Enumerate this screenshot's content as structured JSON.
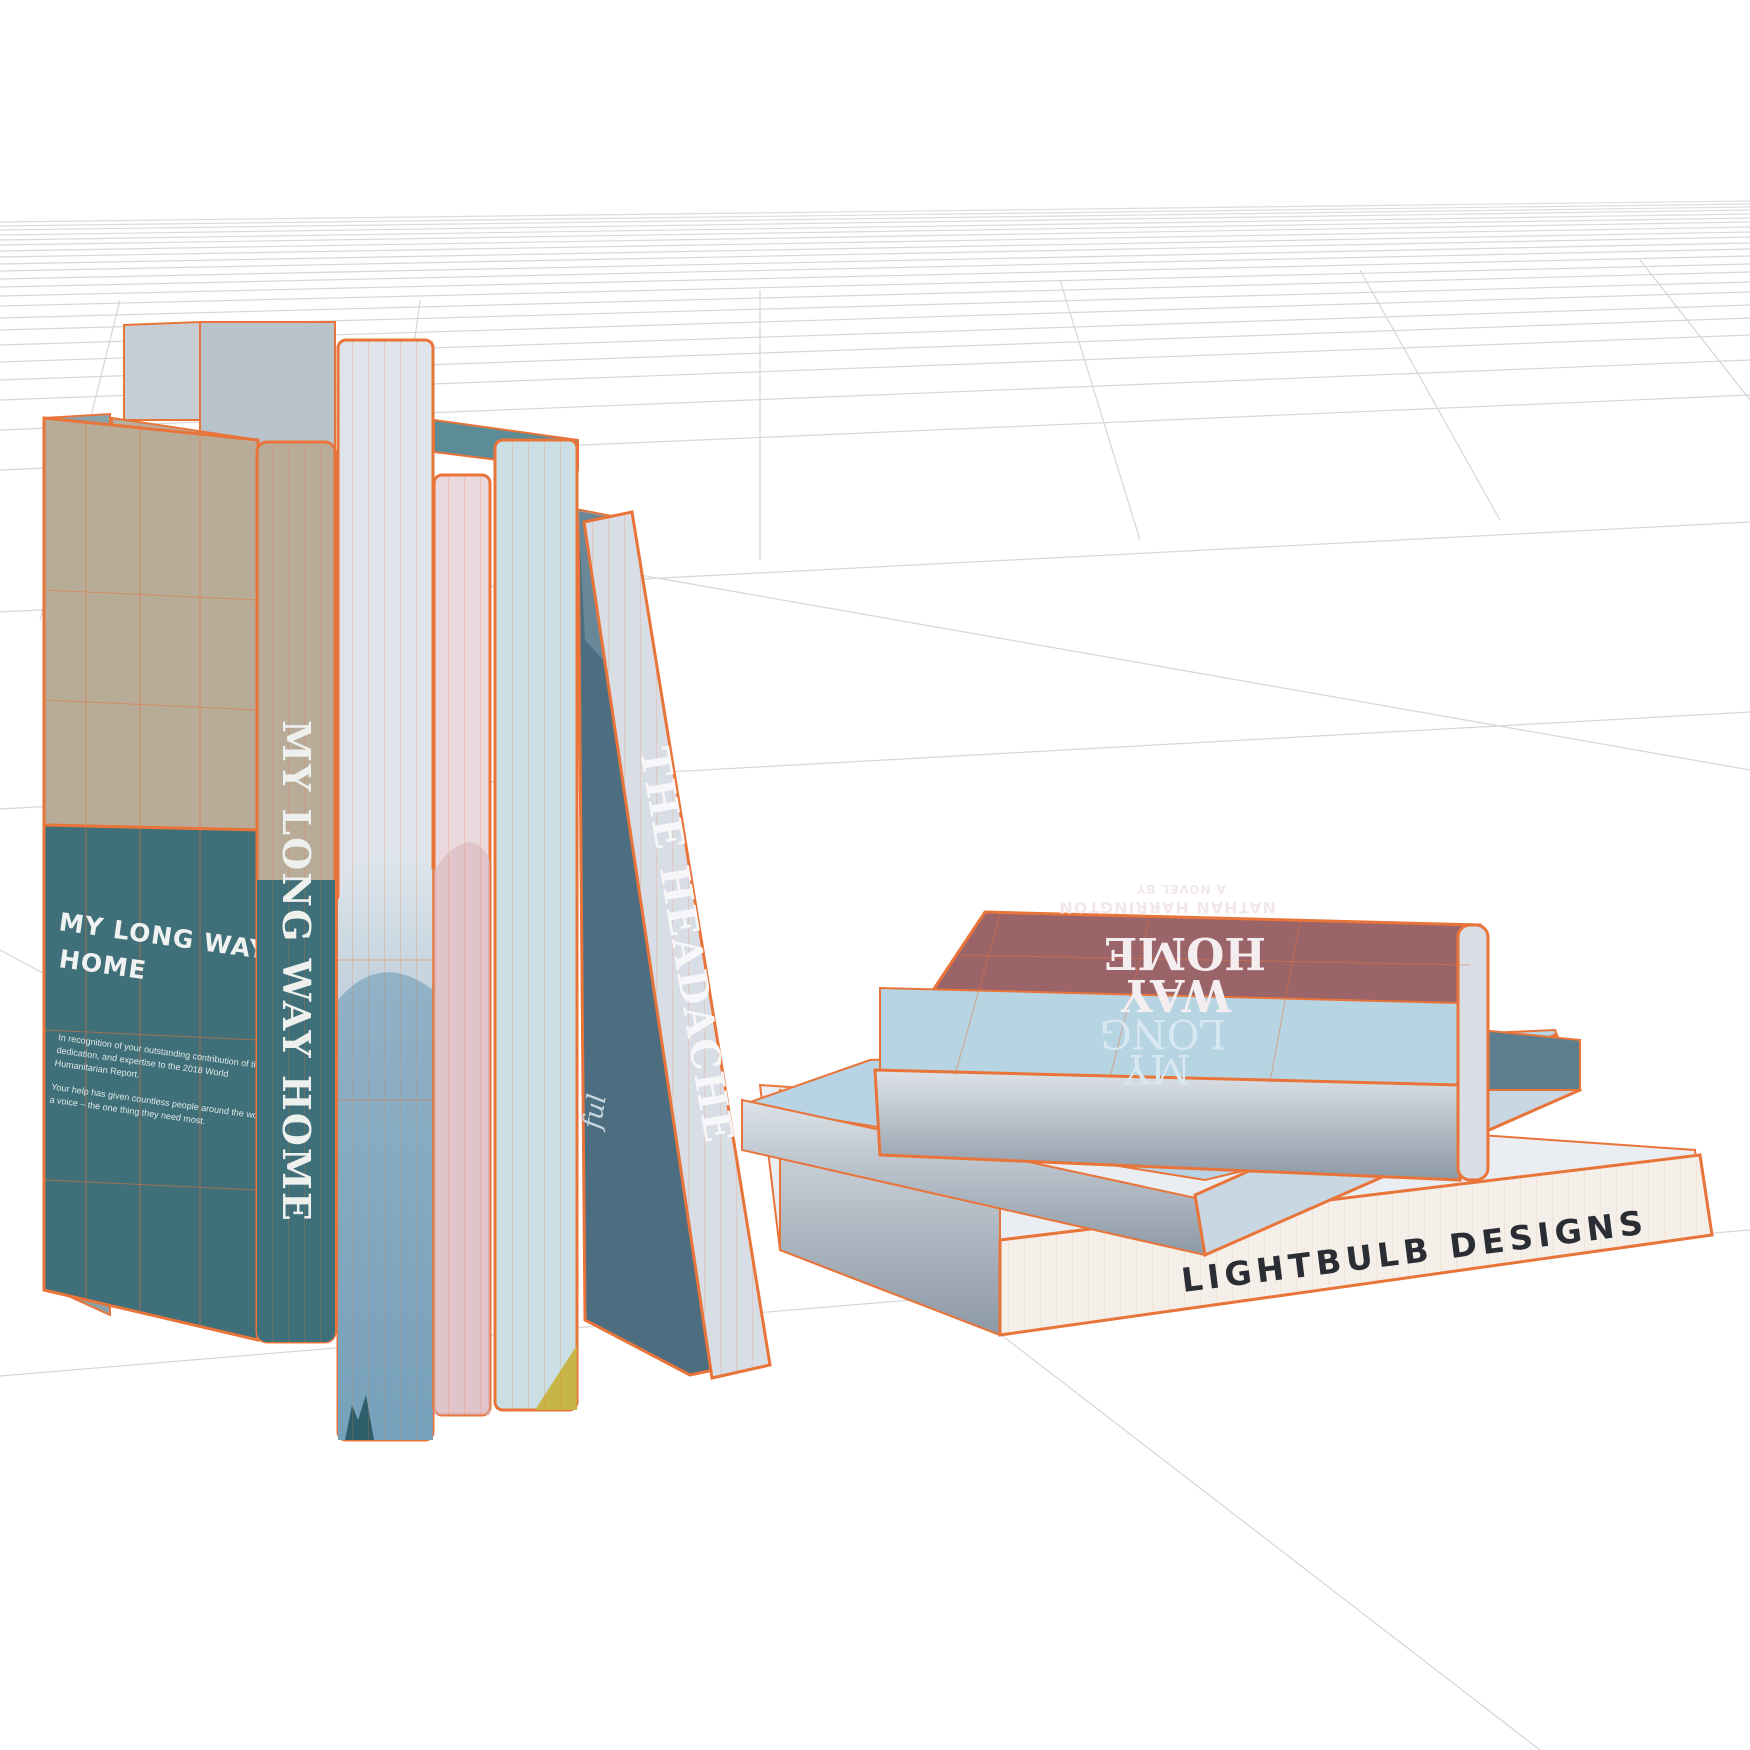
{
  "colors": {
    "background": "#ffffff",
    "grid_line": "#d8d8d8",
    "wireframe": "#e8743a",
    "cover_teal": "#3f6f78",
    "cover_tan": "#b9ad9d",
    "spine_mist": "#dbe3ea",
    "spine_pink": "#ead9dc",
    "spine_aqua": "#c8dde3",
    "cover_mauve": "#9b6469",
    "cover_skyblue": "#b7d4e3",
    "pages_gray": "#b9c2ca",
    "cream_cover": "#f4efe9"
  },
  "book1": {
    "cover_title_line1": "MY LONG WAY",
    "cover_title_line2": "HOME",
    "blurb_p1_l1": "In recognition of your outstanding contribution of time,",
    "blurb_p1_l2": "dedication, and expertise to the 2018 World",
    "blurb_p1_l3": "Humanitarian Report.",
    "blurb_p2_l1": "Your help has given countless people around the world",
    "blurb_p2_l2": "a voice – the one thing they need most.",
    "spine_title": "MY LONG WAY HOME"
  },
  "book5": {
    "spine_title": "THE HEADACHE",
    "cover_script": "ful"
  },
  "stack": {
    "top_title_line1": "WAY",
    "top_title_line2": "HOME",
    "top_title_line3": "LONG",
    "top_title_line4": "MY",
    "top_author": "NATHAN HARRINGTON",
    "top_subtitle": "A NOVEL BY",
    "bottom_spine_title": "LIGHTBULB DESIGNS"
  }
}
